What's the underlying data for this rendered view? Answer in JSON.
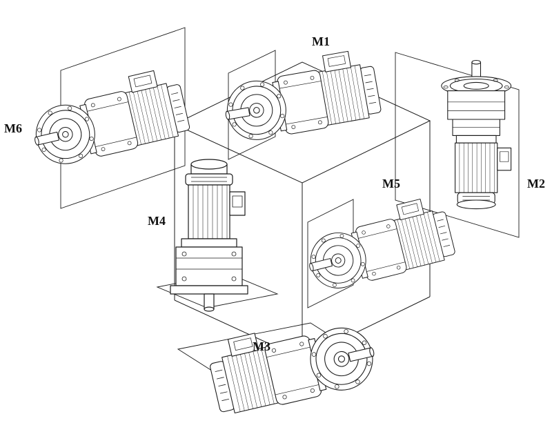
{
  "diagram": {
    "labels": [
      {
        "text": "M1"
      },
      {
        "text": "M2"
      },
      {
        "text": "M3"
      },
      {
        "text": "M4"
      },
      {
        "text": "M5"
      },
      {
        "text": "M6"
      }
    ],
    "colors": {
      "line": "#1a1a1a",
      "background": "#ffffff"
    }
  }
}
